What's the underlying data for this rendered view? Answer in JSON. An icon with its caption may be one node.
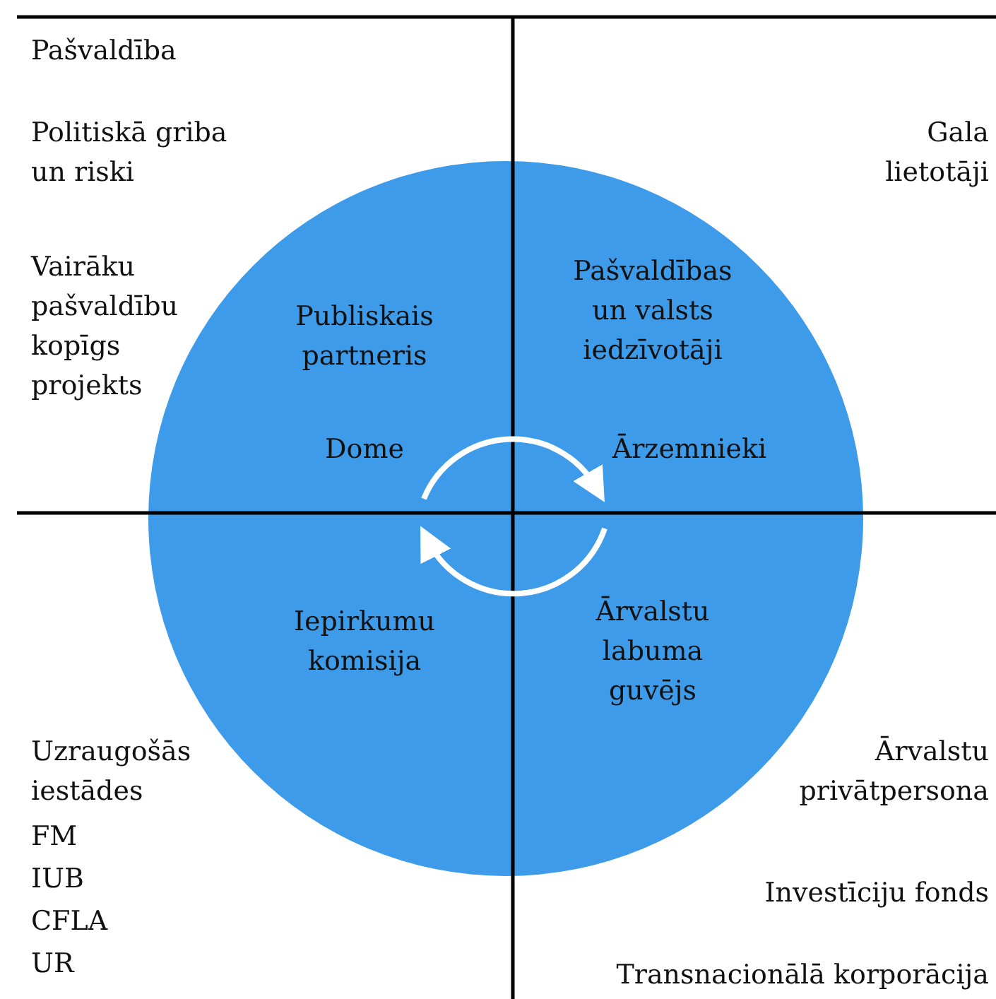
{
  "diagram": {
    "nodes": [
      {
        "text": [
          "Publiskais partneris",
          "Dome",
          "Pašvaldības un valsts iedzīvotāji",
          "Ārzemnieki",
          "Iepirkumu komisija",
          "Ārvalstu labuma guvējs"
        ]
      }
    ],
    "labels": [
      "Pašvaldība",
      "Politiskā griba un riski",
      "Vairāku pašvaldību kopīgs projekts",
      "Gala lietotāji",
      "Uzraugošās iestādes",
      "FM",
      "IUB",
      "CFLA",
      "UR",
      "Ārvalstu privātpersona",
      "Investīciju fonds",
      "Transnacionālā korporācija"
    ]
  }
}
